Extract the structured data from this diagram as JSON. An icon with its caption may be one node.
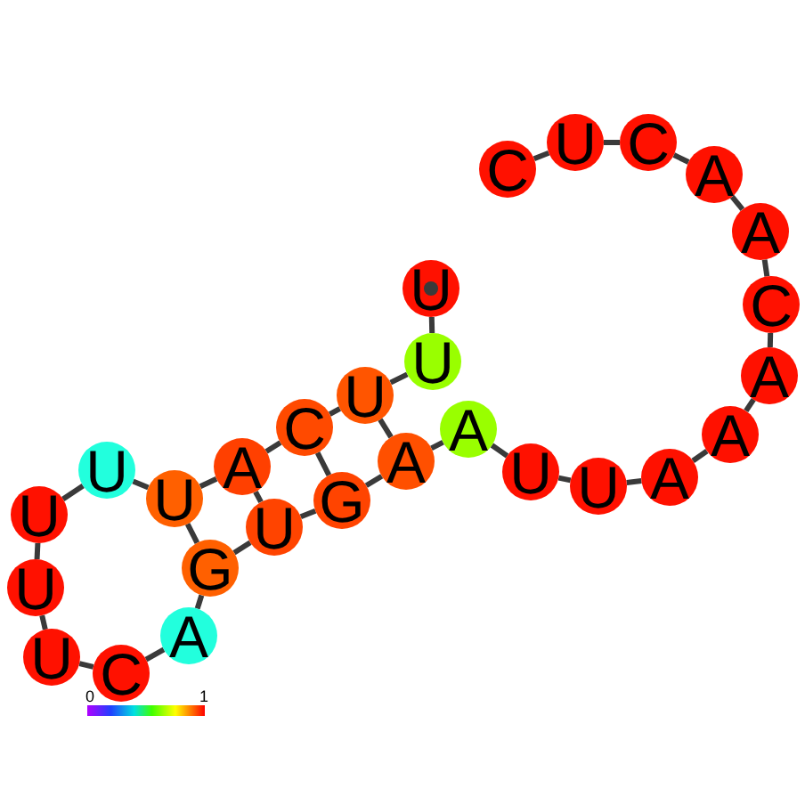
{
  "diagram": {
    "nodes": [
      {
        "text": [
          "U"
        ]
      },
      {
        "text": [
          "U"
        ]
      },
      {
        "text": [
          "U"
        ]
      },
      {
        "text": [
          "C"
        ]
      },
      {
        "text": [
          "A"
        ]
      },
      {
        "text": [
          "U"
        ]
      },
      {
        "text": [
          "U"
        ]
      },
      {
        "text": [
          "U"
        ]
      },
      {
        "text": [
          "U"
        ]
      },
      {
        "text": [
          "U"
        ]
      },
      {
        "text": [
          "C"
        ]
      },
      {
        "text": [
          "A"
        ]
      },
      {
        "text": [
          "G"
        ]
      },
      {
        "text": [
          "U"
        ]
      },
      {
        "text": [
          "G"
        ]
      },
      {
        "text": [
          "A"
        ]
      },
      {
        "text": [
          "A"
        ]
      },
      {
        "text": [
          "U"
        ]
      },
      {
        "text": [
          "U"
        ]
      },
      {
        "text": [
          "A"
        ]
      },
      {
        "text": [
          "A"
        ]
      },
      {
        "text": [
          "A"
        ]
      },
      {
        "text": [
          "C"
        ]
      },
      {
        "text": [
          "A"
        ]
      },
      {
        "text": [
          "A"
        ]
      },
      {
        "text": [
          "C"
        ]
      },
      {
        "text": [
          "U"
        ]
      },
      {
        "text": [
          "C"
        ]
      }
    ],
    "edges": [
      {
        "from": 0,
        "to": 1,
        "arrow": "none"
      },
      {
        "from": 1,
        "to": 2,
        "arrow": "none"
      },
      {
        "from": 2,
        "to": 3,
        "arrow": "none"
      },
      {
        "from": 3,
        "to": 4,
        "arrow": "none"
      },
      {
        "from": 4,
        "to": 5,
        "arrow": "none"
      },
      {
        "from": 5,
        "to": 6,
        "arrow": "none"
      },
      {
        "from": 6,
        "to": 7,
        "arrow": "none"
      },
      {
        "from": 7,
        "to": 8,
        "arrow": "none"
      },
      {
        "from": 8,
        "to": 9,
        "arrow": "none"
      },
      {
        "from": 9,
        "to": 10,
        "arrow": "none"
      },
      {
        "from": 10,
        "to": 11,
        "arrow": "none"
      },
      {
        "from": 11,
        "to": 12,
        "arrow": "none"
      },
      {
        "from": 12,
        "to": 13,
        "arrow": "none"
      },
      {
        "from": 13,
        "to": 14,
        "arrow": "none"
      },
      {
        "from": 14,
        "to": 15,
        "arrow": "none"
      },
      {
        "from": 15,
        "to": 16,
        "arrow": "none"
      },
      {
        "from": 16,
        "to": 17,
        "arrow": "none"
      },
      {
        "from": 17,
        "to": 18,
        "arrow": "none"
      },
      {
        "from": 18,
        "to": 19,
        "arrow": "none"
      },
      {
        "from": 19,
        "to": 20,
        "arrow": "none"
      },
      {
        "from": 20,
        "to": 21,
        "arrow": "none"
      },
      {
        "from": 21,
        "to": 22,
        "arrow": "none"
      },
      {
        "from": 22,
        "to": 23,
        "arrow": "none"
      },
      {
        "from": 23,
        "to": 24,
        "arrow": "none"
      },
      {
        "from": 24,
        "to": 25,
        "arrow": "none"
      },
      {
        "from": 25,
        "to": 26,
        "arrow": "none"
      },
      {
        "from": 26,
        "to": 27,
        "arrow": "none"
      },
      {
        "from": 2,
        "to": 15,
        "arrow": "none"
      },
      {
        "from": 3,
        "to": 14,
        "arrow": "none"
      },
      {
        "from": 4,
        "to": 13,
        "arrow": "none"
      },
      {
        "from": 5,
        "to": 12,
        "arrow": "none"
      }
    ],
    "labels": [
      "0",
      "1"
    ]
  }
}
